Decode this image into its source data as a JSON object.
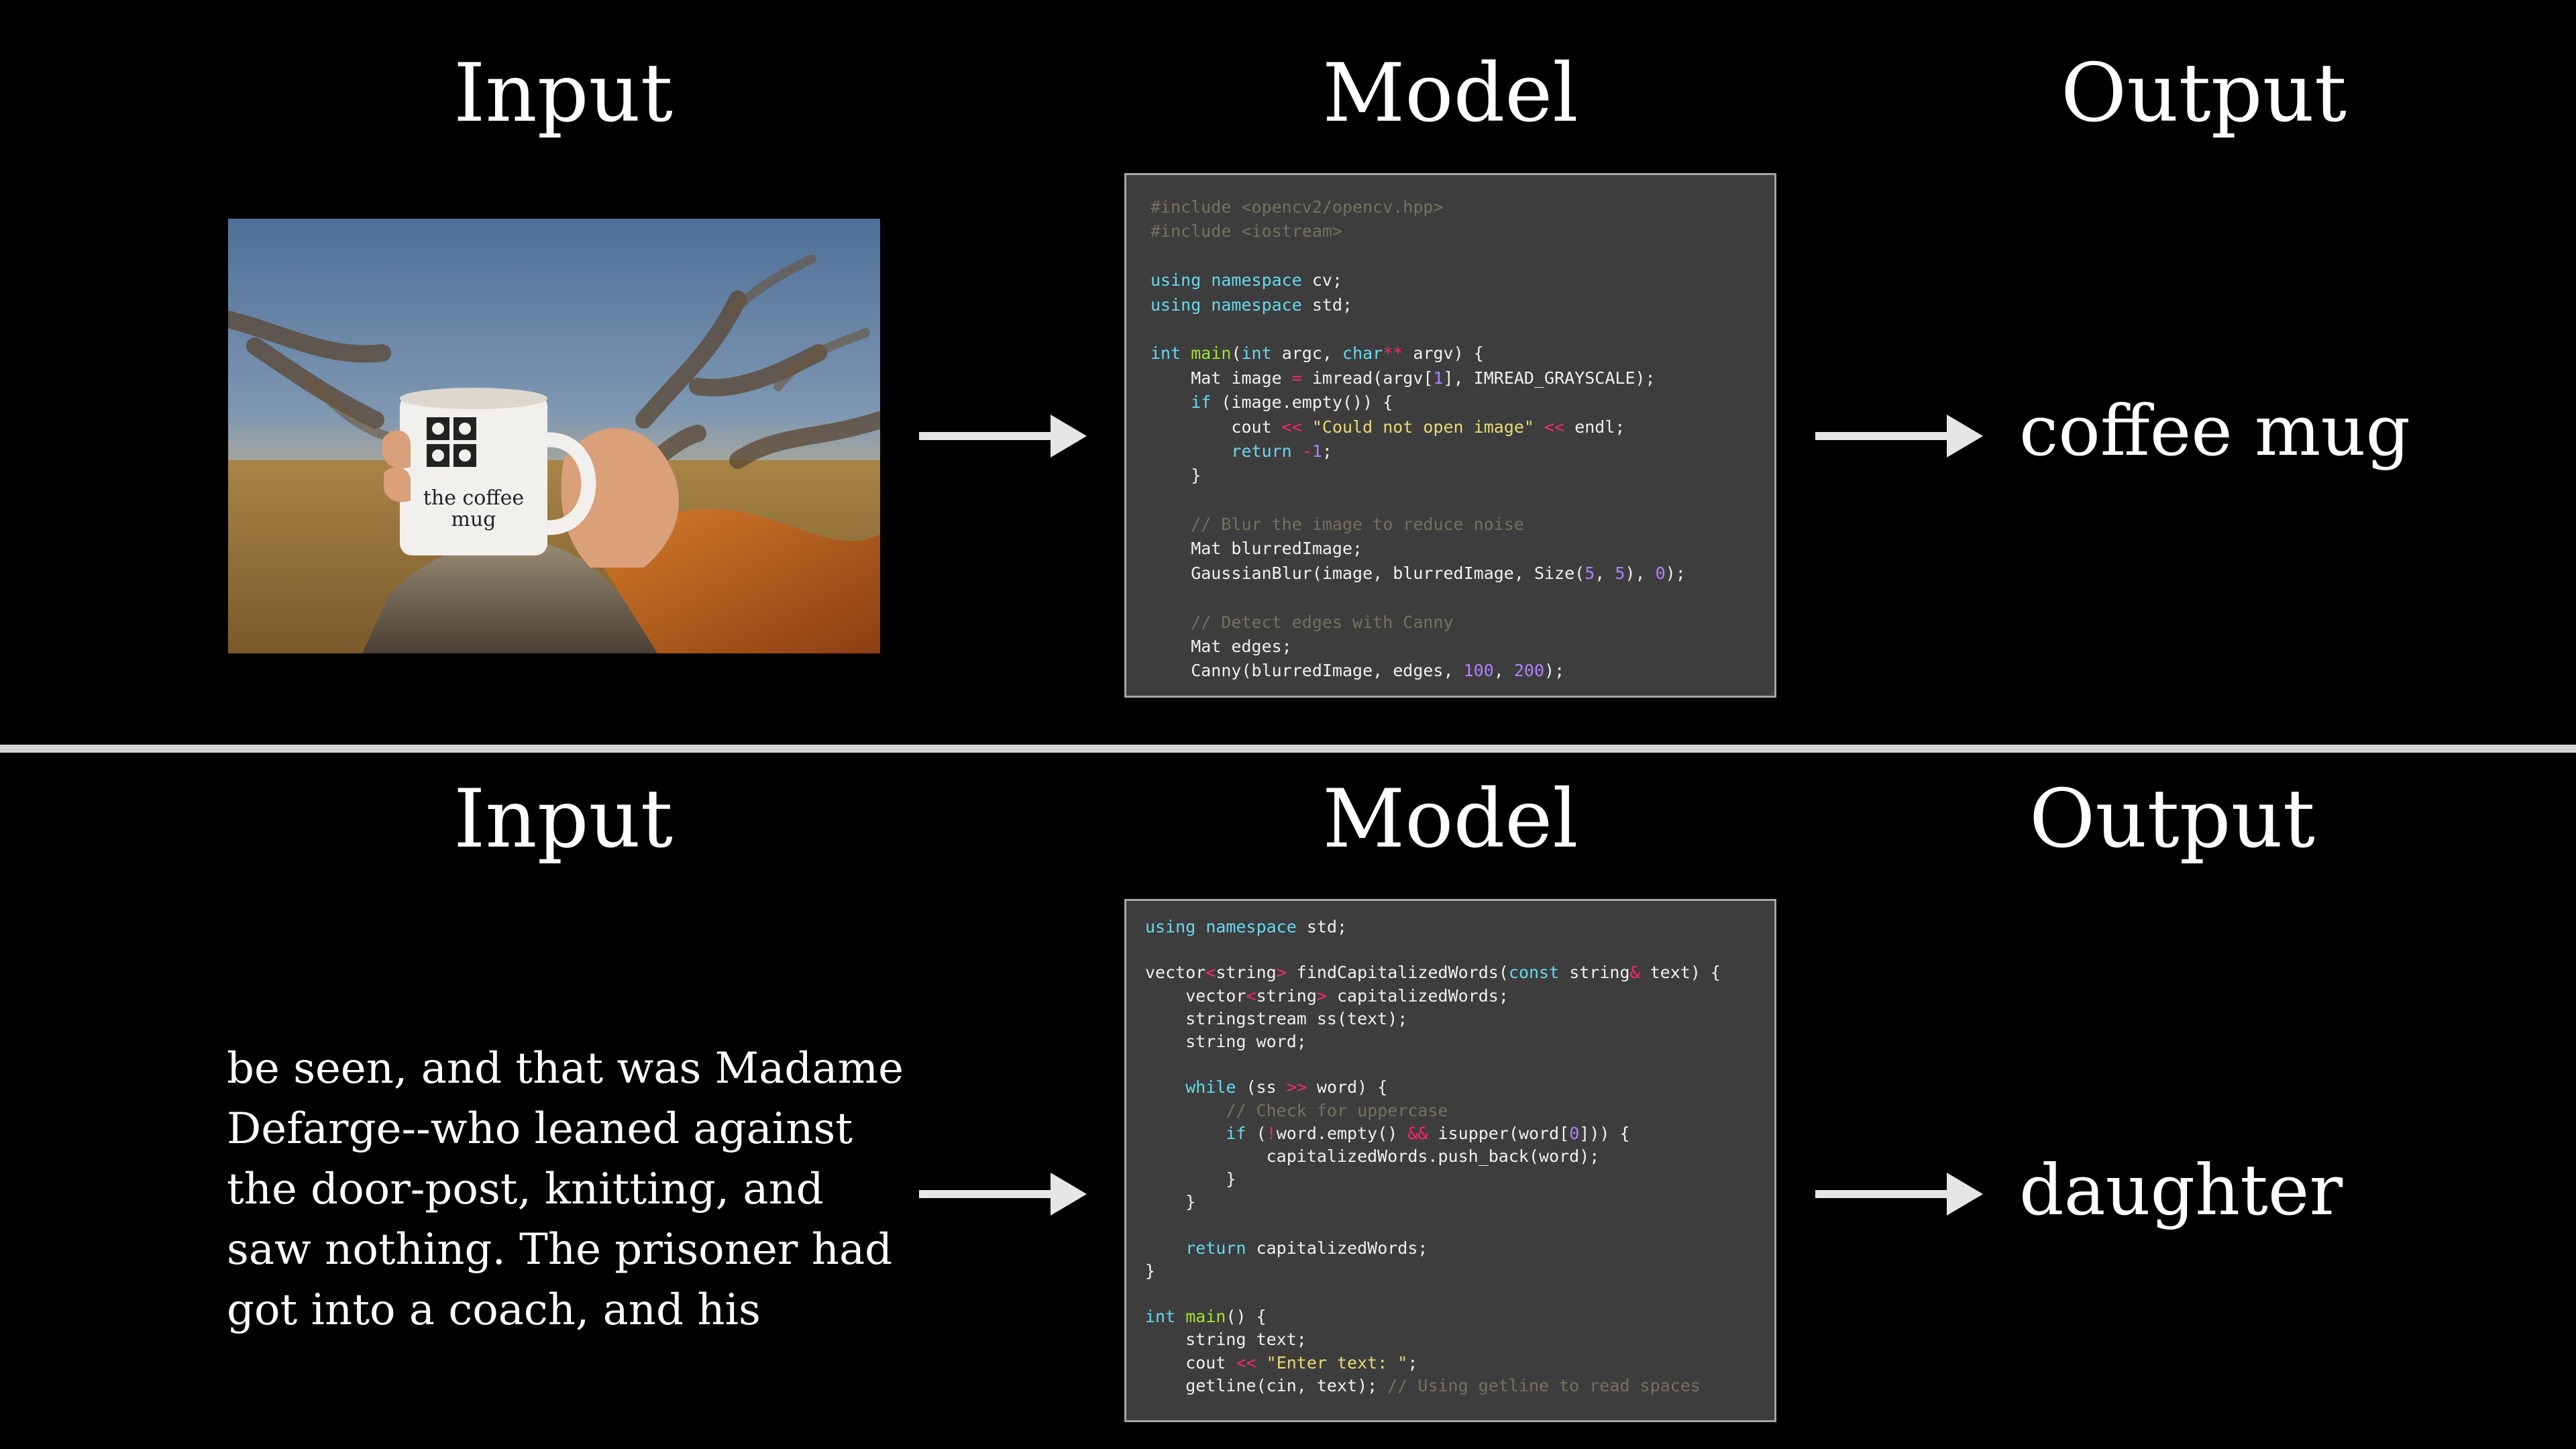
{
  "top": {
    "input_label": "Input",
    "model_label": "Model",
    "output_label": "Output",
    "image_mug_text": [
      "the coffee",
      "mug"
    ],
    "code_lines": [
      "#include <opencv2/opencv.hpp>",
      "#include <iostream>",
      "",
      "using namespace cv;",
      "using namespace std;",
      "",
      "int main(int argc, char** argv) {",
      "    Mat image = imread(argv[1], IMREAD_GRAYSCALE);",
      "    if (image.empty()) {",
      "        cout << \"Could not open image\" << endl;",
      "        return -1;",
      "    }",
      "",
      "    // Blur the image to reduce noise",
      "    Mat blurredImage;",
      "    GaussianBlur(image, blurredImage, Size(5, 5), 0);",
      "",
      "    // Detect edges with Canny",
      "    Mat edges;",
      "    Canny(blurredImage, edges, 100, 200);"
    ],
    "output": "coffee mug"
  },
  "bottom": {
    "input_label": "Input",
    "model_label": "Model",
    "output_label": "Output",
    "input_lines": [
      "be seen, and that was Madame",
      "Defarge--who leaned against",
      "the door-post, knitting, and",
      "saw nothing. The prisoner had",
      "got into a coach, and his"
    ],
    "code_lines": [
      "using namespace std;",
      "",
      "vector<string> findCapitalizedWords(const string& text) {",
      "    vector<string> capitalizedWords;",
      "    stringstream ss(text);",
      "    string word;",
      "",
      "    while (ss >> word) {",
      "        // Check for uppercase",
      "        if (!word.empty() && isupper(word[0])) {",
      "            capitalizedWords.push_back(word);",
      "        }",
      "    }",
      "",
      "    return capitalizedWords;",
      "}",
      "",
      "int main() {",
      "    string text;",
      "    cout << \"Enter text: \";",
      "    getline(cin, text); // Using getline to read spaces"
    ],
    "output": "daughter"
  },
  "colors": {
    "background": "#000000",
    "divider": "#d2d2d2",
    "arrow": "#e6e6e6",
    "code_background": "#3d3d3d",
    "code_border": "#a6a6a6",
    "code_keyword": "#66d9ef",
    "code_function": "#a6e22e",
    "code_string": "#e6db74",
    "code_number": "#ae81ff",
    "code_operator": "#f92672",
    "code_comment": "#75715e"
  }
}
